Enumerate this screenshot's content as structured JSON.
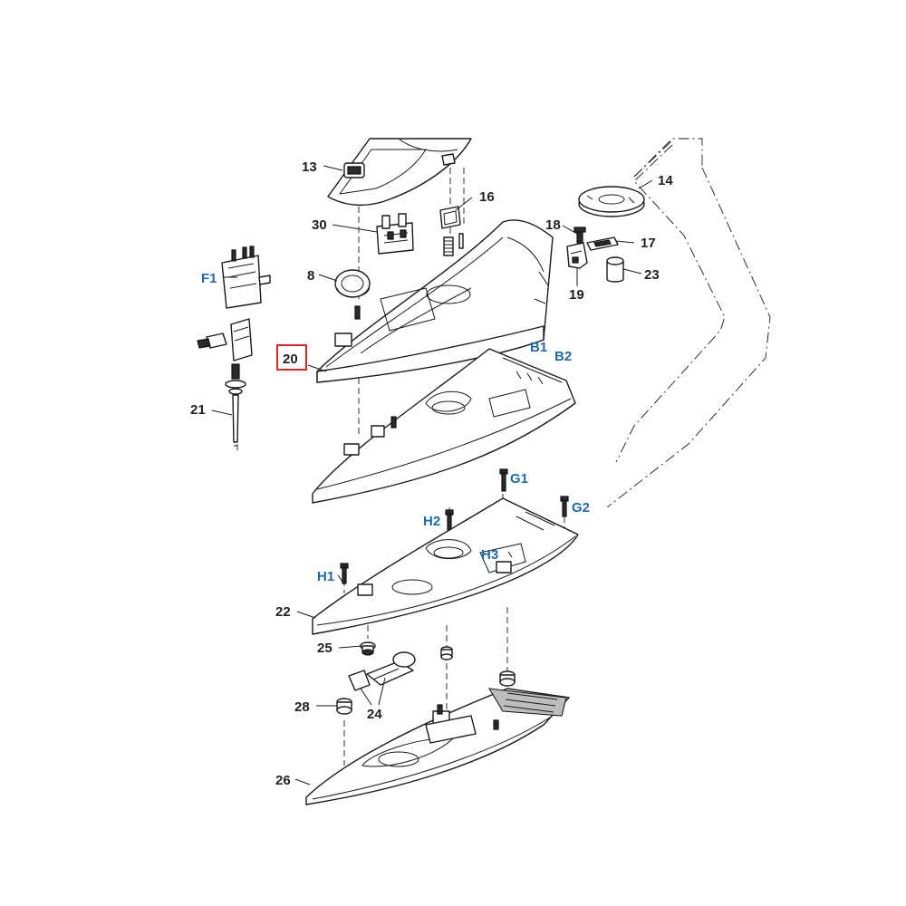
{
  "diagram": {
    "highlight_color": "#d62828",
    "label_color_black": "#222222",
    "label_color_blue": "#1f6aa5",
    "labels": {
      "n13": "13",
      "n16": "16",
      "n14": "14",
      "n30": "30",
      "n18": "18",
      "n17": "17",
      "nF1": "F1",
      "n8": "8",
      "n23": "23",
      "n19": "19",
      "n20": "20",
      "nB1": "B1",
      "nB2": "B2",
      "n21": "21",
      "nG1": "G1",
      "nH2": "H2",
      "nG2": "G2",
      "nH3": "H3",
      "nH1": "H1",
      "n22": "22",
      "n25": "25",
      "n28": "28",
      "n24": "24",
      "n26": "26"
    }
  }
}
